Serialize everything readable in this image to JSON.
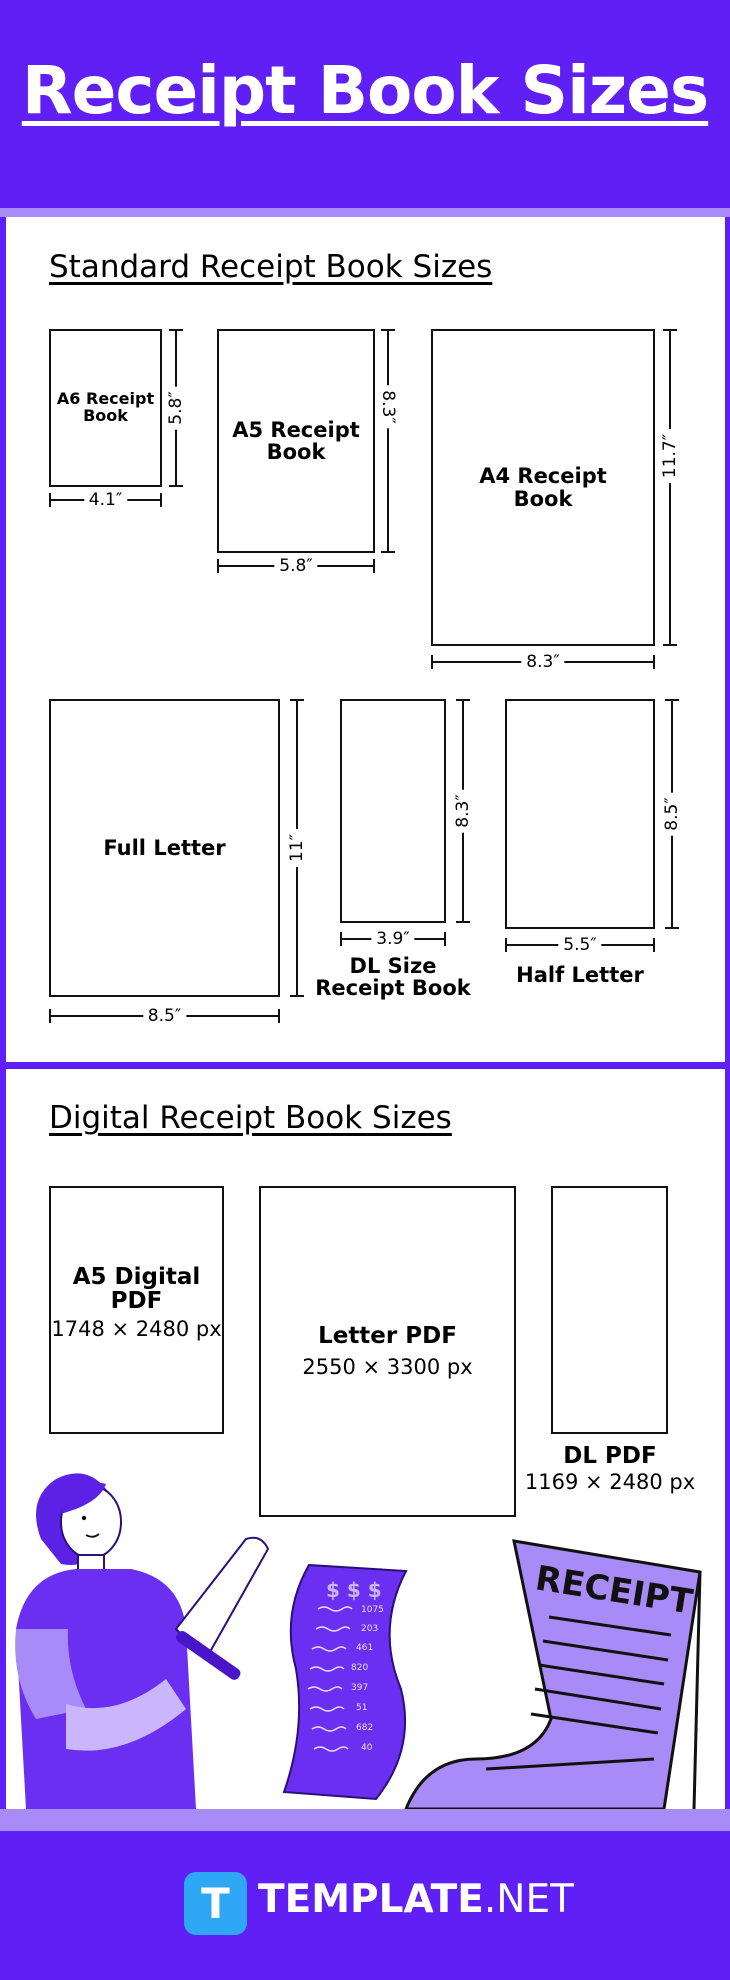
{
  "title": "Receipt Book Sizes",
  "standard": {
    "heading": "Standard Receipt Book Sizes",
    "items": [
      {
        "label": "A6 Receipt Book",
        "width": "4.1″",
        "height": "5.8″"
      },
      {
        "label": "A5 Receipt Book",
        "width": "5.8″",
        "height": "8.3″"
      },
      {
        "label": "A4 Receipt Book",
        "width": "8.3″",
        "height": "11.7″"
      },
      {
        "label": "Full Letter",
        "width": "8.5″",
        "height": "11″"
      },
      {
        "label": "DL Size Receipt Book",
        "width": "3.9″",
        "height": "8.3″"
      },
      {
        "label": "Half Letter",
        "width": "5.5″",
        "height": "8.5″"
      }
    ]
  },
  "digital": {
    "heading": "Digital Receipt Book Sizes",
    "items": [
      {
        "label": "A5 Digital PDF",
        "dims": "1748 × 2480 px"
      },
      {
        "label": "Letter PDF",
        "dims": "2550 × 3300 px"
      },
      {
        "label": "DL PDF",
        "dims": "1169 × 2480 px"
      }
    ]
  },
  "illustration": {
    "receipt_word": "RECEIPT",
    "bill_amounts": [
      "1075",
      "203",
      "461",
      "820",
      "397",
      "51",
      "682",
      "40"
    ]
  },
  "footer": {
    "brand_bold": "TEMPLATE",
    "brand_light": ".NET",
    "logo_letter": "T"
  },
  "colors": {
    "brand_purple": "#6020f5",
    "light_purple": "#a88bf7",
    "logo_blue": "#2ea8f5"
  }
}
